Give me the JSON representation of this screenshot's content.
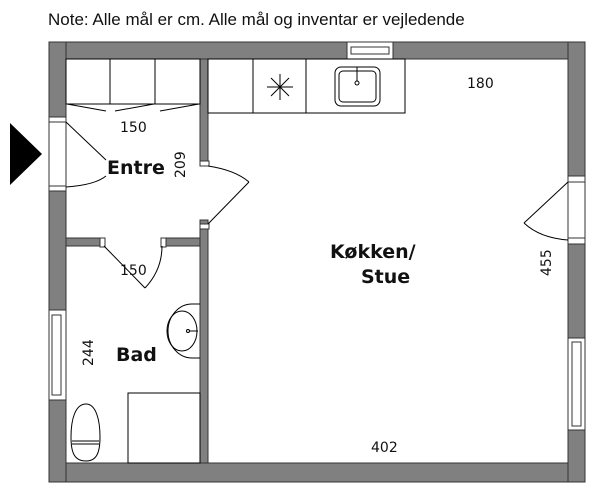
{
  "note": "Note: Alle mål er cm. Alle mål og inventar er vejledende",
  "rooms": {
    "entre": "Entre",
    "kitchen_line1": "Køkken/",
    "kitchen_line2": "Stue",
    "bad": "Bad"
  },
  "dimensions": {
    "entre_width": "150",
    "entre_depth": "209",
    "bad_width": "150",
    "bad_depth": "244",
    "kitchen_top": "180",
    "kitchen_depth": "455",
    "kitchen_width": "402"
  },
  "colors": {
    "wall": "#808080"
  }
}
